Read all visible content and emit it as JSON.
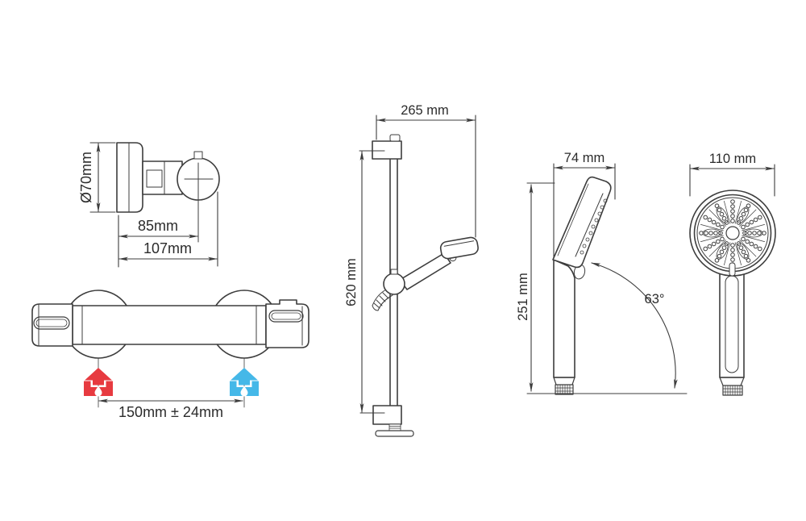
{
  "colors": {
    "line": "#3d3d3d",
    "text": "#2b2b2b",
    "hot": "#e73a40",
    "cold": "#45b8e8",
    "background": "#ffffff"
  },
  "valve_side": {
    "diameter": "Ø70mm",
    "depth_to_handle_center": "85mm",
    "overall_depth": "107mm"
  },
  "valve_front": {
    "inlet_centres": "150mm ± 24mm",
    "hot_icon": "hot-water-arrow-icon",
    "cold_icon": "cold-water-arrow-icon"
  },
  "riser_rail": {
    "width": "265 mm",
    "height": "620 mm"
  },
  "handset_side": {
    "width": "74 mm",
    "height": "251 mm",
    "spray_angle": "63°"
  },
  "handset_front": {
    "diameter": "110 mm"
  }
}
